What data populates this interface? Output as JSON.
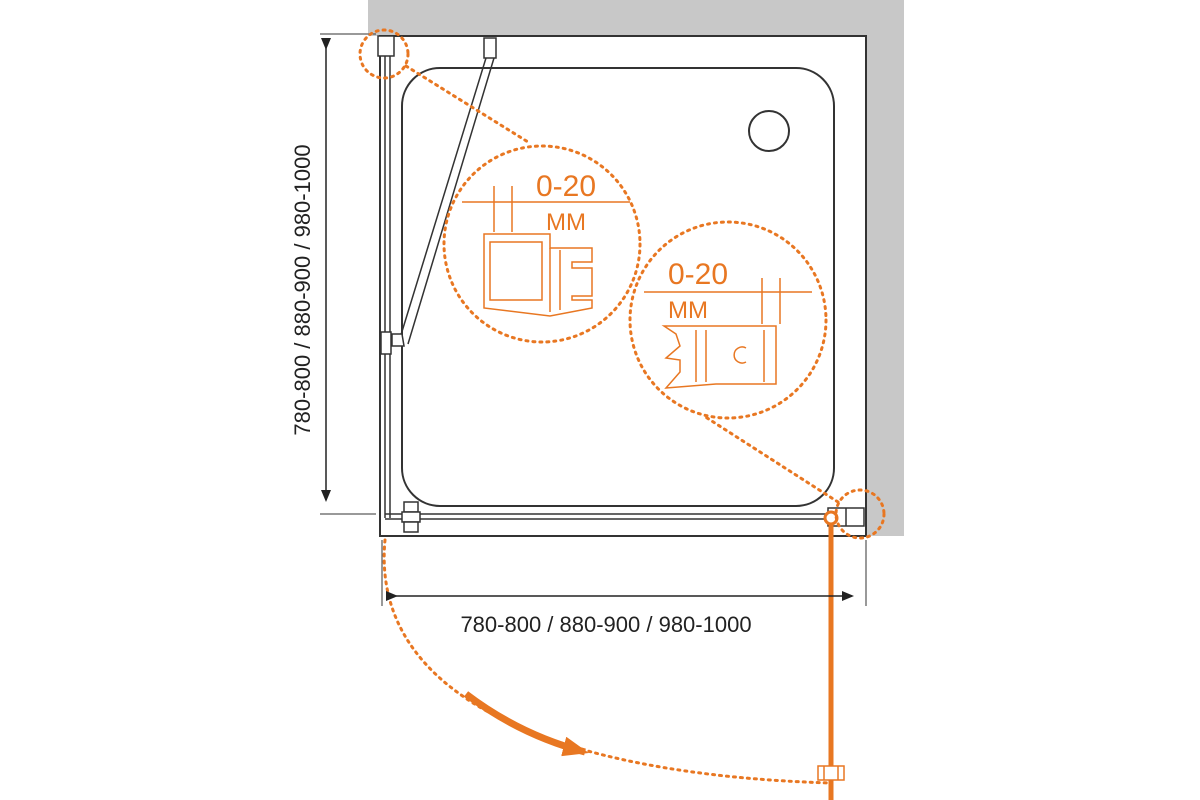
{
  "colors": {
    "accent": "#e87722",
    "line": "#333333",
    "wall": "#c8c8c8",
    "background": "#ffffff"
  },
  "dimensions": {
    "width_label": "780-800 / 880-900 / 980-1000",
    "depth_label": "780-800 / 880-900 / 980-1000"
  },
  "details": {
    "upper": {
      "range": "0-20",
      "unit": "MM"
    },
    "lower": {
      "range": "0-20",
      "unit": "MM"
    }
  }
}
